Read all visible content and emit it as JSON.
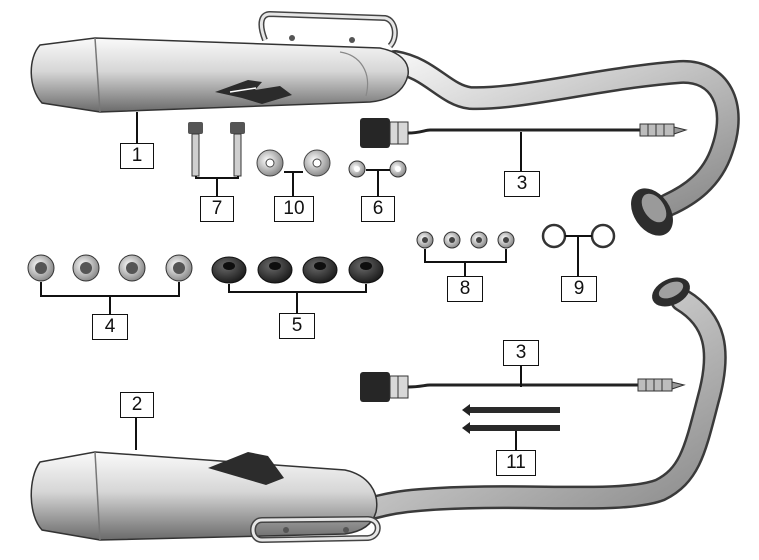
{
  "callouts": {
    "c1": "1",
    "c2": "2",
    "c3a": "3",
    "c3b": "3",
    "c4": "4",
    "c5": "5",
    "c6": "6",
    "c7": "7",
    "c8": "8",
    "c9": "9",
    "c10": "10",
    "c11": "11"
  },
  "colors": {
    "metal_light": "#f2f2f2",
    "metal_mid": "#bdbdbd",
    "metal_dark": "#555555",
    "rubber": "#2c2c2c",
    "line": "#111111"
  }
}
